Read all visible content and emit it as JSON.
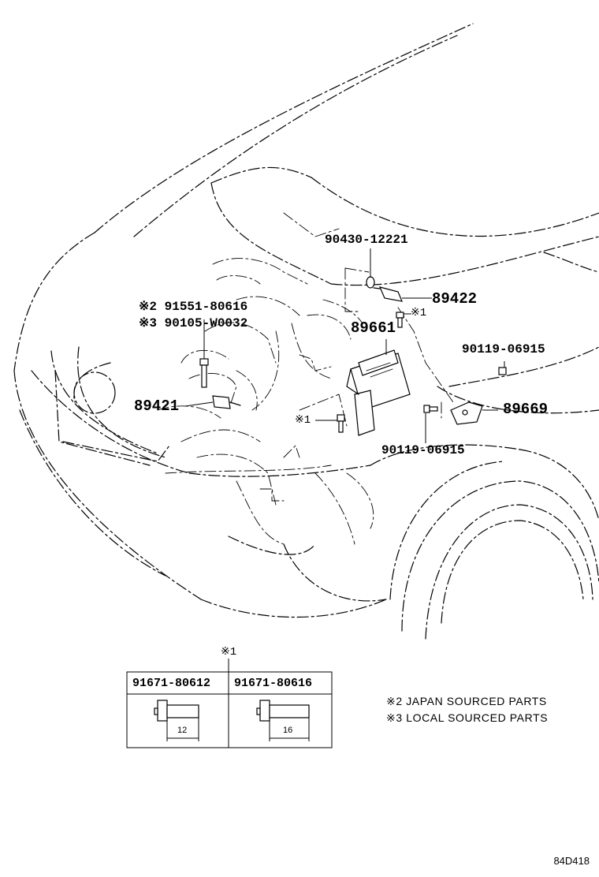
{
  "callouts": {
    "p9043012221": "90430-12221",
    "p89422": "89422",
    "p89422_mark": "※1",
    "p89661": "89661",
    "p91551": "※2 91551-80616",
    "p90105": "※3 90105-W0032",
    "p89421": "89421",
    "p9011906915_upper": "90119-06915",
    "p89669": "89669",
    "p9011906915_lower": "90119-06915",
    "left_bolt_mark": "※1"
  },
  "bolt_table": {
    "marker": "※1",
    "columns": [
      {
        "part_number": "91671-80612",
        "length": "12"
      },
      {
        "part_number": "91671-80616",
        "length": "16"
      }
    ]
  },
  "notes": [
    "※2 JAPAN SOURCED PARTS",
    "※3 LOCAL SOURCED PARTS"
  ],
  "illustration_code": "84D418"
}
